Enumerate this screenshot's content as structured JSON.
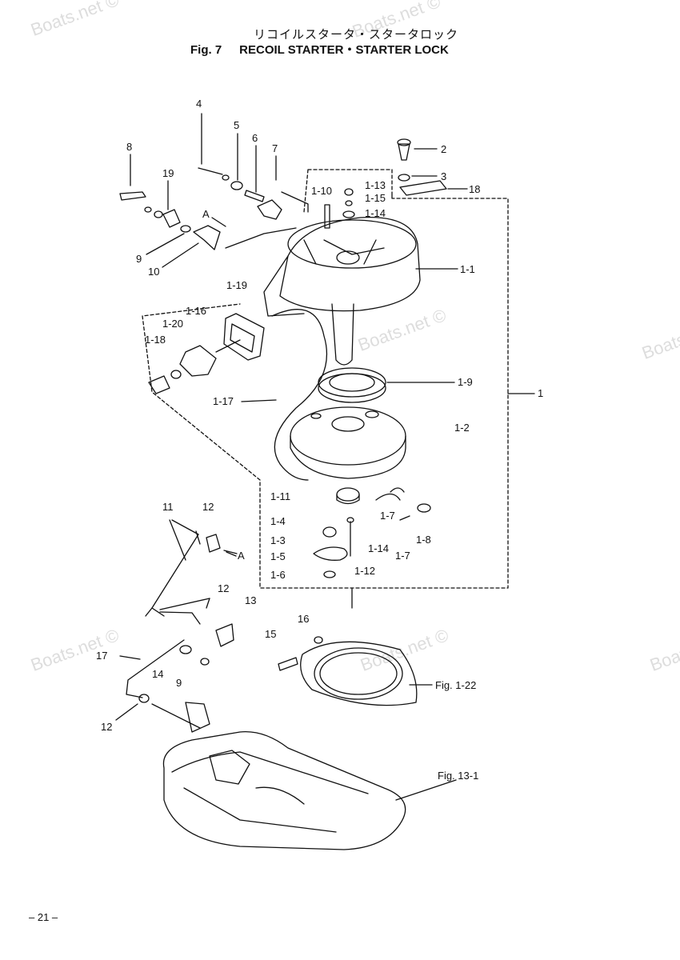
{
  "watermark": "Boats.net ©",
  "title": {
    "japanese": "リコイルスタータ・スタータロック",
    "figure": "Fig. 7",
    "english": "RECOIL STARTER・STARTER LOCK"
  },
  "callouts": {
    "c1": "1",
    "c1_1": "1-1",
    "c1_2": "1-2",
    "c1_3": "1-3",
    "c1_4": "1-4",
    "c1_5": "1-5",
    "c1_6": "1-6",
    "c1_7a": "1-7",
    "c1_7b": "1-7",
    "c1_8": "1-8",
    "c1_9": "1-9",
    "c1_10": "1-10",
    "c1_11": "1-11",
    "c1_12": "1-12",
    "c1_13": "1-13",
    "c1_14a": "1-14",
    "c1_14b": "1-14",
    "c1_15": "1-15",
    "c1_16": "1-16",
    "c1_17": "1-17",
    "c1_18": "1-18",
    "c1_19": "1-19",
    "c1_20": "1-20",
    "c2": "2",
    "c3": "3",
    "c4": "4",
    "c5": "5",
    "c6": "6",
    "c7": "7",
    "c8": "8",
    "c9a": "9",
    "c9b": "9",
    "c10": "10",
    "c11": "11",
    "c12a": "12",
    "c12b": "12",
    "c12c": "12",
    "c13": "13",
    "c14": "14",
    "c15": "15",
    "c16": "16",
    "c17": "17",
    "c18": "18",
    "c19": "19",
    "arrowA1": "A",
    "arrowA2": "A",
    "fig1_22": "Fig. 1-22",
    "fig13_1": "Fig. 13-1"
  },
  "page_number": "– 21 –"
}
